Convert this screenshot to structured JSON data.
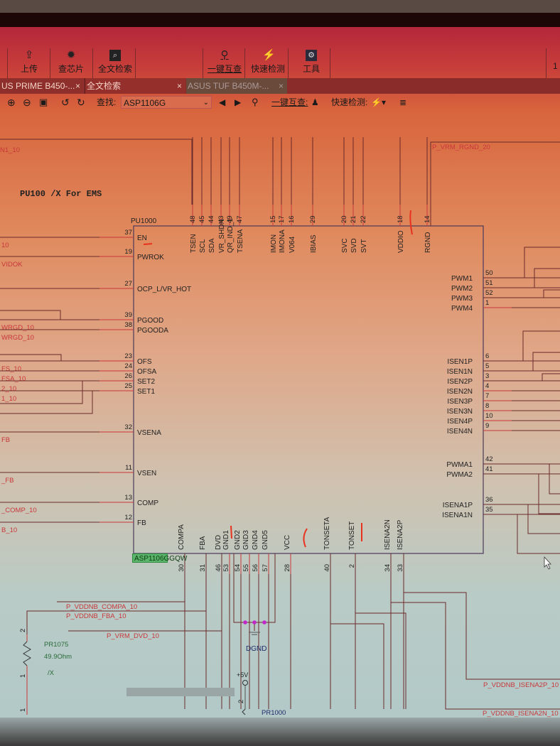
{
  "toolbar": {
    "buttons": [
      {
        "label": "上传",
        "icon": "upload-icon"
      },
      {
        "label": "查芯片",
        "icon": "chip-icon"
      },
      {
        "label": "全文检索",
        "icon": "search-doc-icon"
      },
      {
        "label": "一键互查",
        "icon": "location-pin-icon"
      },
      {
        "label": "快速检测",
        "icon": "lightning-icon"
      },
      {
        "label": "工具",
        "icon": "gear-icon"
      }
    ],
    "right_fragment": "1"
  },
  "tabs": [
    {
      "label": "US PRIME B450-...",
      "close": "×"
    },
    {
      "label": "全文检索",
      "close": "×"
    },
    {
      "label": "ASUS TUF B450M-...",
      "close": "×"
    }
  ],
  "subbar": {
    "find_label": "查找:",
    "find_value": "ASP1106G",
    "mutual_check": "一键互查:",
    "quick_detect": "快速检测:"
  },
  "schematic": {
    "title": "PU100 /X For EMS",
    "ref": "PU1000",
    "part": "ASP1106GGQW",
    "top_pins": [
      {
        "num": "48",
        "name": "TSEN"
      },
      {
        "num": "45",
        "name": "SCL"
      },
      {
        "num": "44",
        "name": "SDA"
      },
      {
        "num": "43",
        "name": "VR_SHDN"
      },
      {
        "num": "49",
        "name": "QR_IND_1"
      },
      {
        "num": "47",
        "name": "TSENA"
      },
      {
        "num": "15",
        "name": "IMON"
      },
      {
        "num": "17",
        "name": "IMONA"
      },
      {
        "num": "16",
        "name": "V064"
      },
      {
        "num": "29",
        "name": "IBIAS"
      },
      {
        "num": "20",
        "name": "SVC"
      },
      {
        "num": "21",
        "name": "SVD"
      },
      {
        "num": "22",
        "name": "SVT"
      },
      {
        "num": "18",
        "name": "VDDIO"
      },
      {
        "num": "14",
        "name": "RGND"
      }
    ],
    "left_pins": [
      {
        "num": "37",
        "name": "EN"
      },
      {
        "num": "19",
        "name": "PWROK"
      },
      {
        "num": "27",
        "name": "OCP_L/VR_HOT"
      },
      {
        "num": "39",
        "name": "PGOOD"
      },
      {
        "num": "38",
        "name": "PGOODA"
      },
      {
        "num": "23",
        "name": "OFS"
      },
      {
        "num": "24",
        "name": "OFSA"
      },
      {
        "num": "26",
        "name": "SET2"
      },
      {
        "num": "25",
        "name": "SET1"
      },
      {
        "num": "32",
        "name": "VSENA"
      },
      {
        "num": "11",
        "name": "VSEN"
      },
      {
        "num": "13",
        "name": "COMP"
      },
      {
        "num": "12",
        "name": "FB"
      }
    ],
    "right_pins": [
      {
        "num": "50",
        "name": "PWM1"
      },
      {
        "num": "51",
        "name": "PWM2"
      },
      {
        "num": "52",
        "name": "PWM3"
      },
      {
        "num": "1",
        "name": "PWM4"
      },
      {
        "num": "6",
        "name": "ISEN1P"
      },
      {
        "num": "5",
        "name": "ISEN1N"
      },
      {
        "num": "3",
        "name": "ISEN2P"
      },
      {
        "num": "4",
        "name": "ISEN2N"
      },
      {
        "num": "7",
        "name": "ISEN3P"
      },
      {
        "num": "8",
        "name": "ISEN3N"
      },
      {
        "num": "10",
        "name": "ISEN4P"
      },
      {
        "num": "9",
        "name": "ISEN4N"
      },
      {
        "num": "42",
        "name": "PWMA1"
      },
      {
        "num": "41",
        "name": "PWMA2"
      },
      {
        "num": "36",
        "name": "ISENA1P"
      },
      {
        "num": "35",
        "name": "ISENA1N"
      }
    ],
    "bottom_pins": [
      {
        "num": "30",
        "name": "COMPA"
      },
      {
        "num": "31",
        "name": "FBA"
      },
      {
        "num": "46",
        "name": "DVD"
      },
      {
        "num": "53",
        "name": "GND1"
      },
      {
        "num": "54",
        "name": "GND2"
      },
      {
        "num": "55",
        "name": "GND3"
      },
      {
        "num": "56",
        "name": "GND4"
      },
      {
        "num": "57",
        "name": "GND5"
      },
      {
        "num": "28",
        "name": "VCC"
      },
      {
        "num": "40",
        "name": "TONSETA"
      },
      {
        "num": "2",
        "name": "TONSET"
      },
      {
        "num": "34",
        "name": "ISENA2N"
      },
      {
        "num": "33",
        "name": "ISENA2P"
      }
    ],
    "net_labels": {
      "top_left": "N1_10",
      "top_right": "P_VRM_RGND_20",
      "en": "10",
      "pwrok": "VIDOK",
      "pgood": "WRGD_10",
      "pgooda": "WRGD_10",
      "ofs": "FS_10",
      "ofsa": "FSA_10",
      "set2": "2_10",
      "set1": "1_10",
      "vsena": "FB",
      "vsen": "_FB",
      "comp": "_COMP_10",
      "fb": "B_10",
      "compa": "P_VDDNB_COMPA_10",
      "fba": "P_VDDNB_FBA_10",
      "dvd": "P_VRM_DVD_10",
      "isena2p": "P_VDDNB_ISENA2P_10",
      "isena2n": "P_VDDNB_ISENA2N_10"
    },
    "resistor": {
      "ref": "PR1075",
      "value": "49.9Ohm",
      "note": "/X",
      "pin2": "2",
      "pin1": "1",
      "pin1b": "1"
    },
    "ground_label": "DGND",
    "power_label": "+5V",
    "pr1000": {
      "ref": "PR1000",
      "pin": "2"
    }
  },
  "colors": {
    "wire": "#c8373a",
    "wire_dark": "#6a2a2a",
    "junction": "#c026c8",
    "chip_tag": "#5bb56a"
  }
}
